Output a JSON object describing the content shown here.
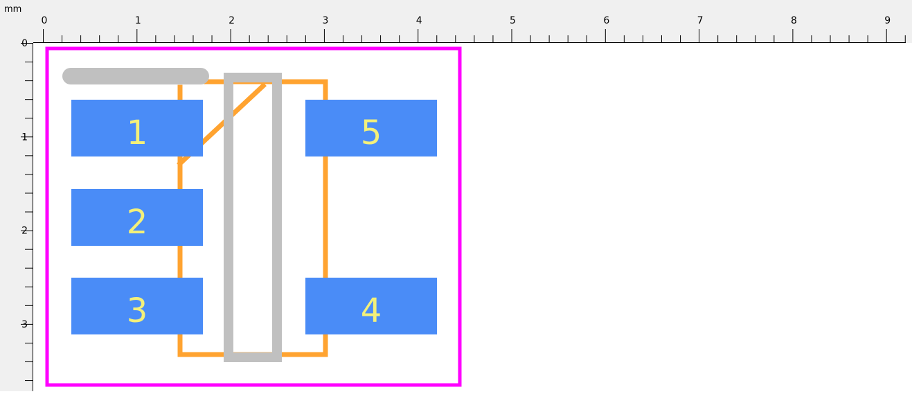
{
  "ruler": {
    "unit": "mm",
    "x_labels": [
      "0",
      "1",
      "2",
      "3",
      "4",
      "5",
      "6",
      "7",
      "8",
      "9"
    ],
    "y_labels": [
      "0",
      "1",
      "2",
      "3"
    ]
  },
  "footprint": {
    "pads": [
      {
        "label": "1"
      },
      {
        "label": "2"
      },
      {
        "label": "3"
      },
      {
        "label": "4"
      },
      {
        "label": "5"
      }
    ]
  },
  "colors": {
    "pad": "#4a8cf7",
    "pad_label": "#f3f07a",
    "silkscreen": "#ffa330",
    "assembly": "#c0c0c0",
    "courtyard": "#ff00ff",
    "ruler_bg": "#f0f0f0"
  }
}
